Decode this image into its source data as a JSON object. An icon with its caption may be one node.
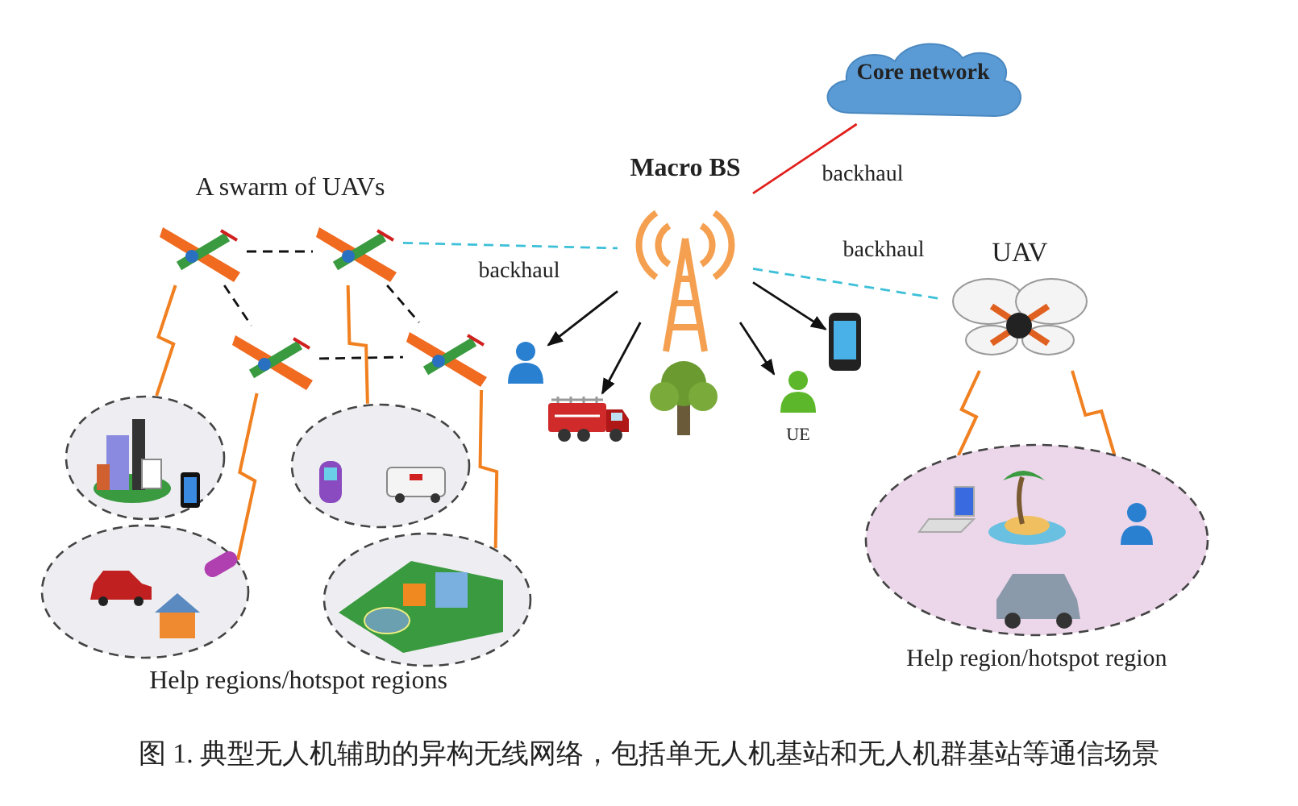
{
  "diagram": {
    "caption": "图 1. 典型无人机辅助的异构无线网络，包括单无人机基站和无人机群基站等通信场景",
    "nodes": [
      {
        "text": [
          "Core network"
        ]
      },
      {
        "text": [
          "Macro BS"
        ]
      },
      {
        "text": [
          "UAV"
        ]
      },
      {
        "text": [],
        "shape": "picture"
      },
      {
        "text": [],
        "shape": "picture"
      },
      {
        "text": [],
        "shape": "picture"
      },
      {
        "text": [],
        "shape": "picture"
      },
      {
        "text": [],
        "shape": "circle"
      },
      {
        "text": [],
        "shape": "circle"
      },
      {
        "text": [],
        "shape": "circle"
      },
      {
        "text": [],
        "shape": "circle"
      },
      {
        "text": [
          "Help region/hotspot region"
        ]
      },
      {
        "text": [],
        "shape": "person"
      },
      {
        "text": [],
        "shape": "picture"
      },
      {
        "text": [
          "UE"
        ]
      },
      {
        "text": [],
        "shape": "picture"
      }
    ],
    "edges": [
      {
        "from": 1,
        "to": 0,
        "arrow": "none",
        "label": "backhaul",
        "color": "#e0201c"
      },
      {
        "from": 4,
        "to": 1,
        "arrow": "none",
        "label": "backhaul",
        "style": "dashed",
        "color": "#3cc0d8"
      },
      {
        "from": 1,
        "to": 2,
        "arrow": "none",
        "label": "backhaul",
        "style": "dashed",
        "color": "#3cc0d8"
      },
      {
        "from": 1,
        "to": 12,
        "arrow": "to"
      },
      {
        "from": 1,
        "to": 13,
        "arrow": "to"
      },
      {
        "from": 1,
        "to": 14,
        "arrow": "to"
      },
      {
        "from": 1,
        "to": 15,
        "arrow": "to"
      },
      {
        "from": 3,
        "to": 4,
        "arrow": "none",
        "style": "dashed"
      },
      {
        "from": 3,
        "to": 5,
        "arrow": "none",
        "style": "dashed"
      },
      {
        "from": 4,
        "to": 6,
        "arrow": "none",
        "style": "dashed"
      },
      {
        "from": 5,
        "to": 6,
        "arrow": "none",
        "style": "dashed"
      },
      {
        "from": 3,
        "to": 7,
        "arrow": "none",
        "color": "#f08020"
      },
      {
        "from": 4,
        "to": 8,
        "arrow": "none",
        "color": "#f08020"
      },
      {
        "from": 5,
        "to": 9,
        "arrow": "none",
        "color": "#f08020"
      },
      {
        "from": 6,
        "to": 10,
        "arrow": "none",
        "color": "#f08020"
      },
      {
        "from": 2,
        "to": 11,
        "arrow": "none",
        "color": "#f08020"
      },
      {
        "from": 2,
        "to": 11,
        "arrow": "none",
        "color": "#f08020"
      }
    ],
    "labels": [
      "A swarm of UAVs",
      "Help regions/hotspot regions"
    ]
  }
}
